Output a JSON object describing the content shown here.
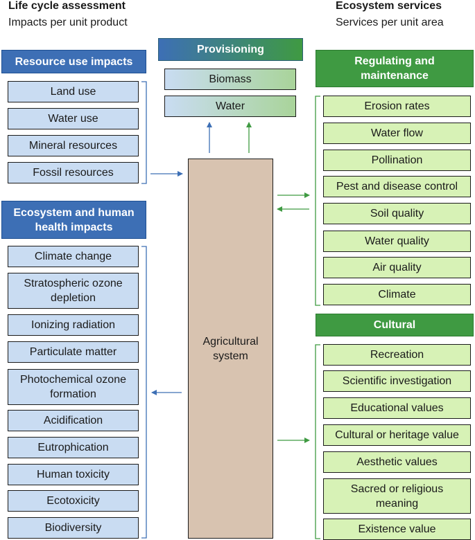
{
  "lca": {
    "title": "Life cycle assessment",
    "subtitle": "Impacts per unit product",
    "resource": {
      "header": "Resource use impacts",
      "items": [
        "Land use",
        "Water use",
        "Mineral resources",
        "Fossil resources"
      ]
    },
    "health": {
      "header": [
        "Ecosystem and human",
        "health impacts"
      ],
      "items": [
        [
          "Climate change"
        ],
        [
          "Stratospheric ozone",
          "depletion"
        ],
        [
          "Ionizing radiation"
        ],
        [
          "Particulate matter"
        ],
        [
          "Photochemical ozone",
          "formation"
        ],
        [
          "Acidification"
        ],
        [
          "Eutrophication"
        ],
        [
          "Human toxicity"
        ],
        [
          "Ecotoxicity"
        ],
        [
          "Biodiversity"
        ]
      ]
    }
  },
  "es": {
    "title": "Ecosystem services",
    "subtitle": "Services per unit area",
    "regulating": {
      "header": [
        "Regulating and",
        "maintenance"
      ],
      "items": [
        "Erosion rates",
        "Water flow",
        "Pollination",
        "Pest and disease control",
        "Soil quality",
        "Water quality",
        "Air quality",
        "Climate"
      ]
    },
    "cultural": {
      "header": "Cultural",
      "items": [
        [
          "Recreation"
        ],
        [
          "Scientific investigation"
        ],
        [
          "Educational values"
        ],
        [
          "Cultural or heritage value"
        ],
        [
          "Aesthetic values"
        ],
        [
          "Sacred or religious",
          "meaning"
        ],
        [
          "Existence value"
        ]
      ]
    }
  },
  "provisioning": {
    "header": "Provisioning",
    "items": [
      "Biomass",
      "Water"
    ]
  },
  "center": {
    "label": [
      "Agricultural",
      "system"
    ]
  },
  "colors": {
    "lca_blue": "#3d6fb5",
    "es_green": "#3f9a42",
    "blue_item": "#c9dcf2",
    "green_item": "#d7f2b6",
    "agri_fill": "#d8c3b0"
  }
}
